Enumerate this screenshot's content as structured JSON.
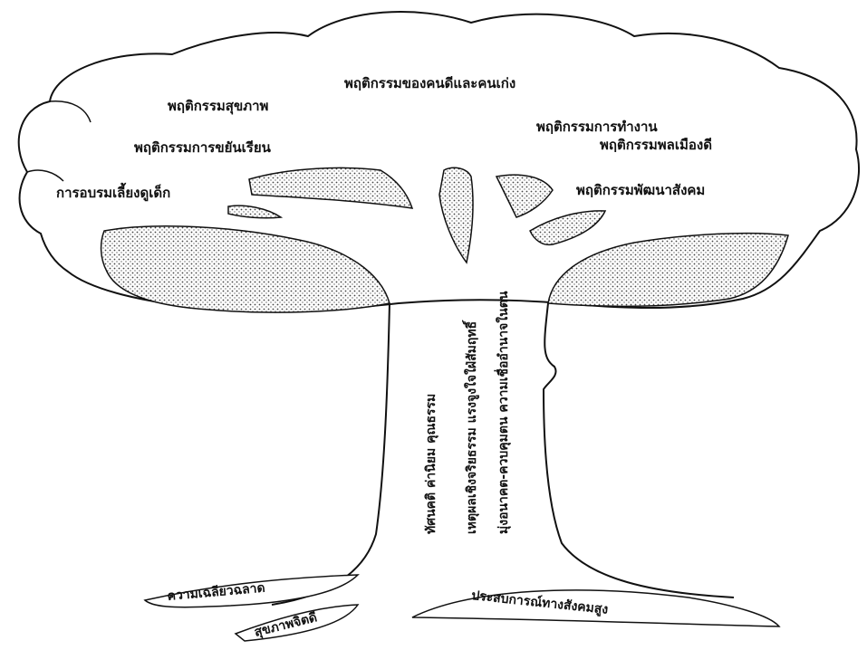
{
  "diagram": {
    "canopy_labels": [
      "พฤติกรรมของคนดีและคนเก่ง",
      "พฤติกรรมสุขภาพ",
      "พฤติกรรมการทำงาน",
      "พฤติกรรมการขยันเรียน",
      "พฤติกรรมพลเมืองดี",
      "การอบรมเลี้ยงดูเด็ก",
      "พฤติกรรมพัฒนาสังคม"
    ],
    "trunk_labels": [
      "ทัศนคติ ค่านิยม คุณธรรม",
      "เหตุผลเชิงจริยธรรม แรงจูงใจใฝ่สัมฤทธิ์",
      "มุ่งอนาคต-ควบคุมตน ความเชื่ออำนาจในตน"
    ],
    "root_labels": [
      "ความเฉลียวฉลาด",
      "สุขภาพจิตดี",
      "ประสบการณ์ทางสังคมสูง"
    ]
  }
}
